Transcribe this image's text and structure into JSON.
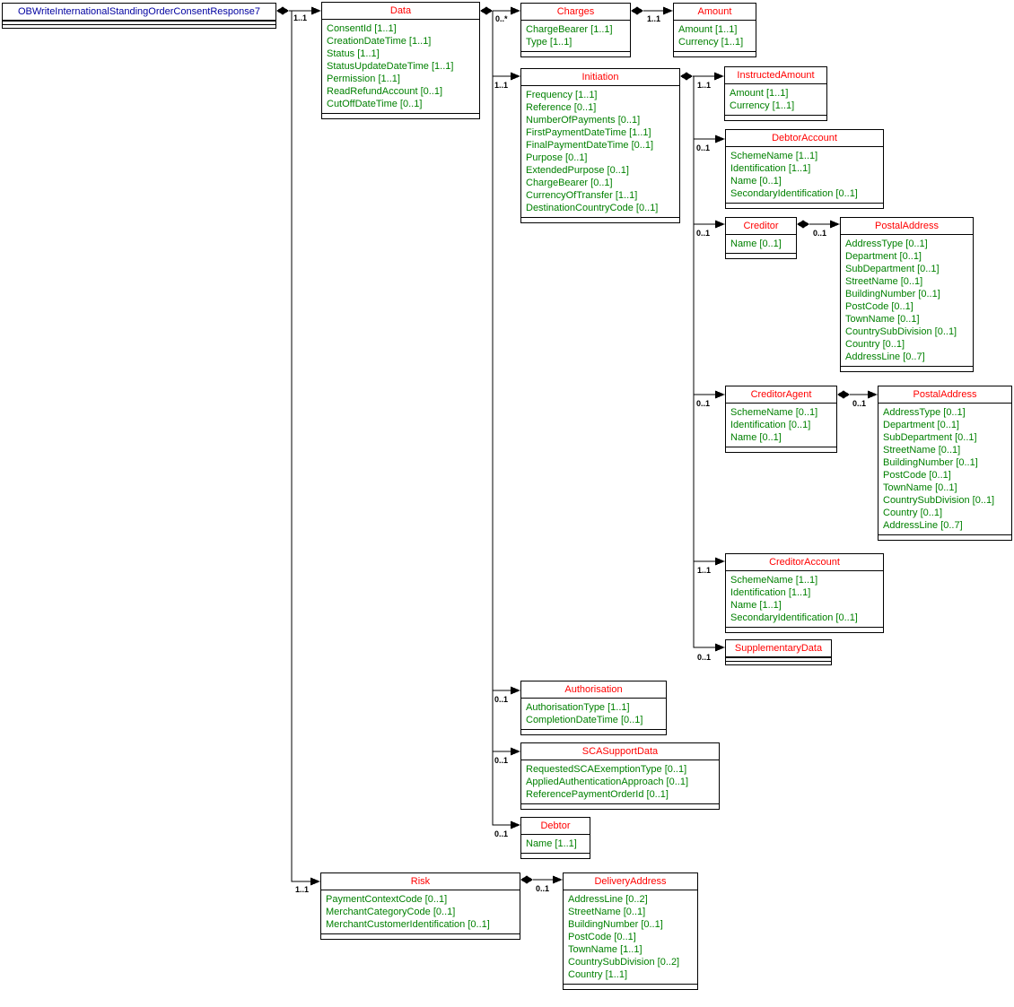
{
  "diagram": {
    "title": "OBWriteInternationalStandingOrderConsentResponse7 UML class diagram",
    "colors": {
      "class_title": "#ff0000",
      "root_title": "#0000a0",
      "attribute_text": "#008000",
      "border": "#000000",
      "connector": "#000000",
      "background": "#ffffff"
    },
    "classes": [
      {
        "id": "root",
        "title": "OBWriteInternationalStandingOrderConsentResponse7",
        "attributes": []
      },
      {
        "id": "data",
        "title": "Data",
        "attributes": [
          "ConsentId [1..1]",
          "CreationDateTime [1..1]",
          "Status [1..1]",
          "StatusUpdateDateTime [1..1]",
          "Permission [1..1]",
          "ReadRefundAccount [0..1]",
          "CutOffDateTime [0..1]"
        ]
      },
      {
        "id": "charges",
        "title": "Charges",
        "attributes": [
          "ChargeBearer [1..1]",
          "Type [1..1]"
        ]
      },
      {
        "id": "amount",
        "title": "Amount",
        "attributes": [
          "Amount [1..1]",
          "Currency [1..1]"
        ]
      },
      {
        "id": "initiation",
        "title": "Initiation",
        "attributes": [
          "Frequency [1..1]",
          "Reference [0..1]",
          "NumberOfPayments [0..1]",
          "FirstPaymentDateTime [1..1]",
          "FinalPaymentDateTime [0..1]",
          "Purpose [0..1]",
          "ExtendedPurpose [0..1]",
          "ChargeBearer [0..1]",
          "CurrencyOfTransfer [1..1]",
          "DestinationCountryCode [0..1]"
        ]
      },
      {
        "id": "instructed_amount",
        "title": "InstructedAmount",
        "attributes": [
          "Amount [1..1]",
          "Currency [1..1]"
        ]
      },
      {
        "id": "debtor_account",
        "title": "DebtorAccount",
        "attributes": [
          "SchemeName [1..1]",
          "Identification [1..1]",
          "Name [0..1]",
          "SecondaryIdentification [0..1]"
        ]
      },
      {
        "id": "creditor",
        "title": "Creditor",
        "attributes": [
          "Name [0..1]"
        ]
      },
      {
        "id": "postal_address_1",
        "title": "PostalAddress",
        "attributes": [
          "AddressType [0..1]",
          "Department [0..1]",
          "SubDepartment [0..1]",
          "StreetName [0..1]",
          "BuildingNumber [0..1]",
          "PostCode [0..1]",
          "TownName [0..1]",
          "CountrySubDivision [0..1]",
          "Country [0..1]",
          "AddressLine [0..7]"
        ]
      },
      {
        "id": "creditor_agent",
        "title": "CreditorAgent",
        "attributes": [
          "SchemeName [0..1]",
          "Identification [0..1]",
          "Name [0..1]"
        ]
      },
      {
        "id": "postal_address_2",
        "title": "PostalAddress",
        "attributes": [
          "AddressType [0..1]",
          "Department [0..1]",
          "SubDepartment [0..1]",
          "StreetName [0..1]",
          "BuildingNumber [0..1]",
          "PostCode [0..1]",
          "TownName [0..1]",
          "CountrySubDivision [0..1]",
          "Country [0..1]",
          "AddressLine [0..7]"
        ]
      },
      {
        "id": "creditor_account",
        "title": "CreditorAccount",
        "attributes": [
          "SchemeName [1..1]",
          "Identification [1..1]",
          "Name [1..1]",
          "SecondaryIdentification [0..1]"
        ]
      },
      {
        "id": "supplementary_data",
        "title": "SupplementaryData",
        "attributes": []
      },
      {
        "id": "authorisation",
        "title": "Authorisation",
        "attributes": [
          "AuthorisationType [1..1]",
          "CompletionDateTime [0..1]"
        ]
      },
      {
        "id": "sca_support_data",
        "title": "SCASupportData",
        "attributes": [
          "RequestedSCAExemptionType [0..1]",
          "AppliedAuthenticationApproach [0..1]",
          "ReferencePaymentOrderId [0..1]"
        ]
      },
      {
        "id": "debtor",
        "title": "Debtor",
        "attributes": [
          "Name [1..1]"
        ]
      },
      {
        "id": "risk",
        "title": "Risk",
        "attributes": [
          "PaymentContextCode [0..1]",
          "MerchantCategoryCode [0..1]",
          "MerchantCustomerIdentification [0..1]"
        ]
      },
      {
        "id": "delivery_address",
        "title": "DeliveryAddress",
        "attributes": [
          "AddressLine [0..2]",
          "StreetName [0..1]",
          "BuildingNumber [0..1]",
          "PostCode [0..1]",
          "TownName [1..1]",
          "CountrySubDivision [0..2]",
          "Country [1..1]"
        ]
      }
    ],
    "edges": [
      {
        "from": "root",
        "to": "data",
        "label": "1..1"
      },
      {
        "from": "root",
        "to": "risk",
        "label": "1..1"
      },
      {
        "from": "data",
        "to": "charges",
        "label": "0..*"
      },
      {
        "from": "data",
        "to": "initiation",
        "label": "1..1"
      },
      {
        "from": "data",
        "to": "authorisation",
        "label": "0..1"
      },
      {
        "from": "data",
        "to": "sca_support_data",
        "label": "0..1"
      },
      {
        "from": "data",
        "to": "debtor",
        "label": "0..1"
      },
      {
        "from": "charges",
        "to": "amount",
        "label": "1..1"
      },
      {
        "from": "initiation",
        "to": "instructed_amount",
        "label": "1..1"
      },
      {
        "from": "initiation",
        "to": "debtor_account",
        "label": "0..1"
      },
      {
        "from": "initiation",
        "to": "creditor",
        "label": "0..1"
      },
      {
        "from": "initiation",
        "to": "creditor_agent",
        "label": "0..1"
      },
      {
        "from": "initiation",
        "to": "creditor_account",
        "label": "1..1"
      },
      {
        "from": "initiation",
        "to": "supplementary_data",
        "label": "0..1"
      },
      {
        "from": "creditor",
        "to": "postal_address_1",
        "label": "0..1"
      },
      {
        "from": "creditor_agent",
        "to": "postal_address_2",
        "label": "0..1"
      },
      {
        "from": "risk",
        "to": "delivery_address",
        "label": "0..1"
      }
    ]
  }
}
